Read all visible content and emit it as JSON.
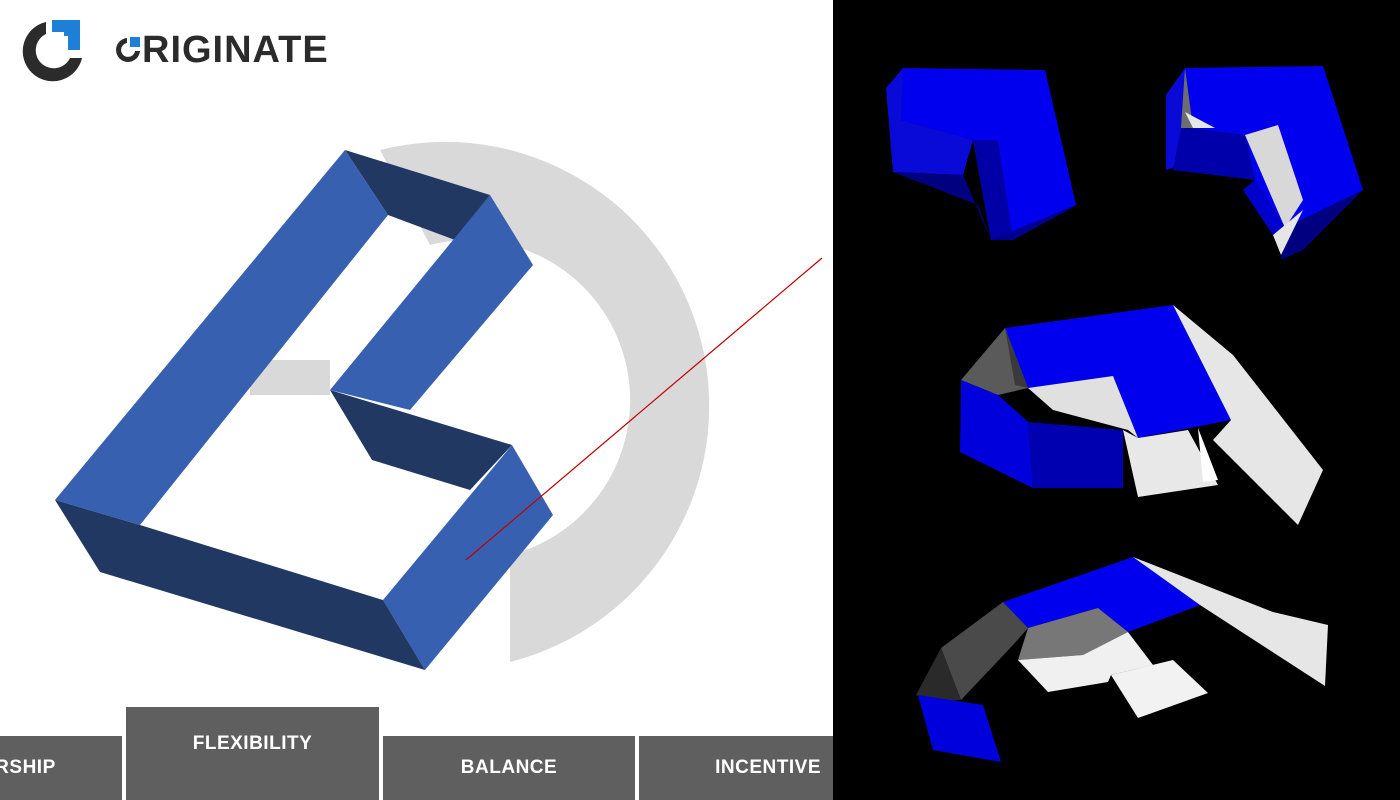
{
  "brand": {
    "name": "RIGINATE",
    "full_name": "ORIGINATE",
    "colors": {
      "dark": "#2b2b2b",
      "accent": "#1e7fd6"
    }
  },
  "tabs": [
    {
      "label": "ERSHIP",
      "active": false
    },
    {
      "label": "FLEXIBILITY",
      "active": true
    },
    {
      "label": "BALANCE",
      "active": false
    },
    {
      "label": "INCENTIVE",
      "active": false
    }
  ],
  "colors": {
    "shape_blue": "#3860b0",
    "shape_blue_dark": "#213862",
    "background_ring": "#d9d9d9",
    "tab_gray": "#5f5f5f",
    "pointer_line": "#c00000",
    "render_blue": "#0000ee"
  },
  "icons": [
    "originate-logo-icon"
  ]
}
